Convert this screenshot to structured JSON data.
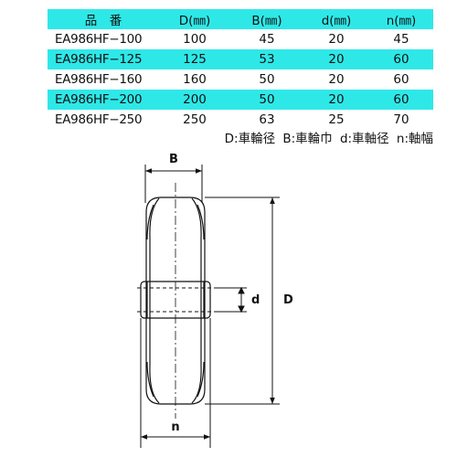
{
  "table": {
    "headers": [
      "品　番",
      "D(㎜)",
      "B(㎜)",
      "d(㎜)",
      "n(㎜)"
    ],
    "rows": [
      [
        "EA986HF−100",
        "100",
        "45",
        "20",
        "45"
      ],
      [
        "EA986HF−125",
        "125",
        "53",
        "20",
        "60"
      ],
      [
        "EA986HF−160",
        "160",
        "50",
        "20",
        "60"
      ],
      [
        "EA986HF−200",
        "200",
        "50",
        "20",
        "60"
      ],
      [
        "EA986HF−250",
        "250",
        "63",
        "25",
        "70"
      ]
    ],
    "row_shading": "#2ee8e8"
  },
  "legend": "D:車輪径 B:車輪巾 d:車軸径 n:軸幅",
  "diagram": {
    "labels": {
      "B": "B",
      "D": "D",
      "d": "d",
      "n": "n"
    }
  }
}
